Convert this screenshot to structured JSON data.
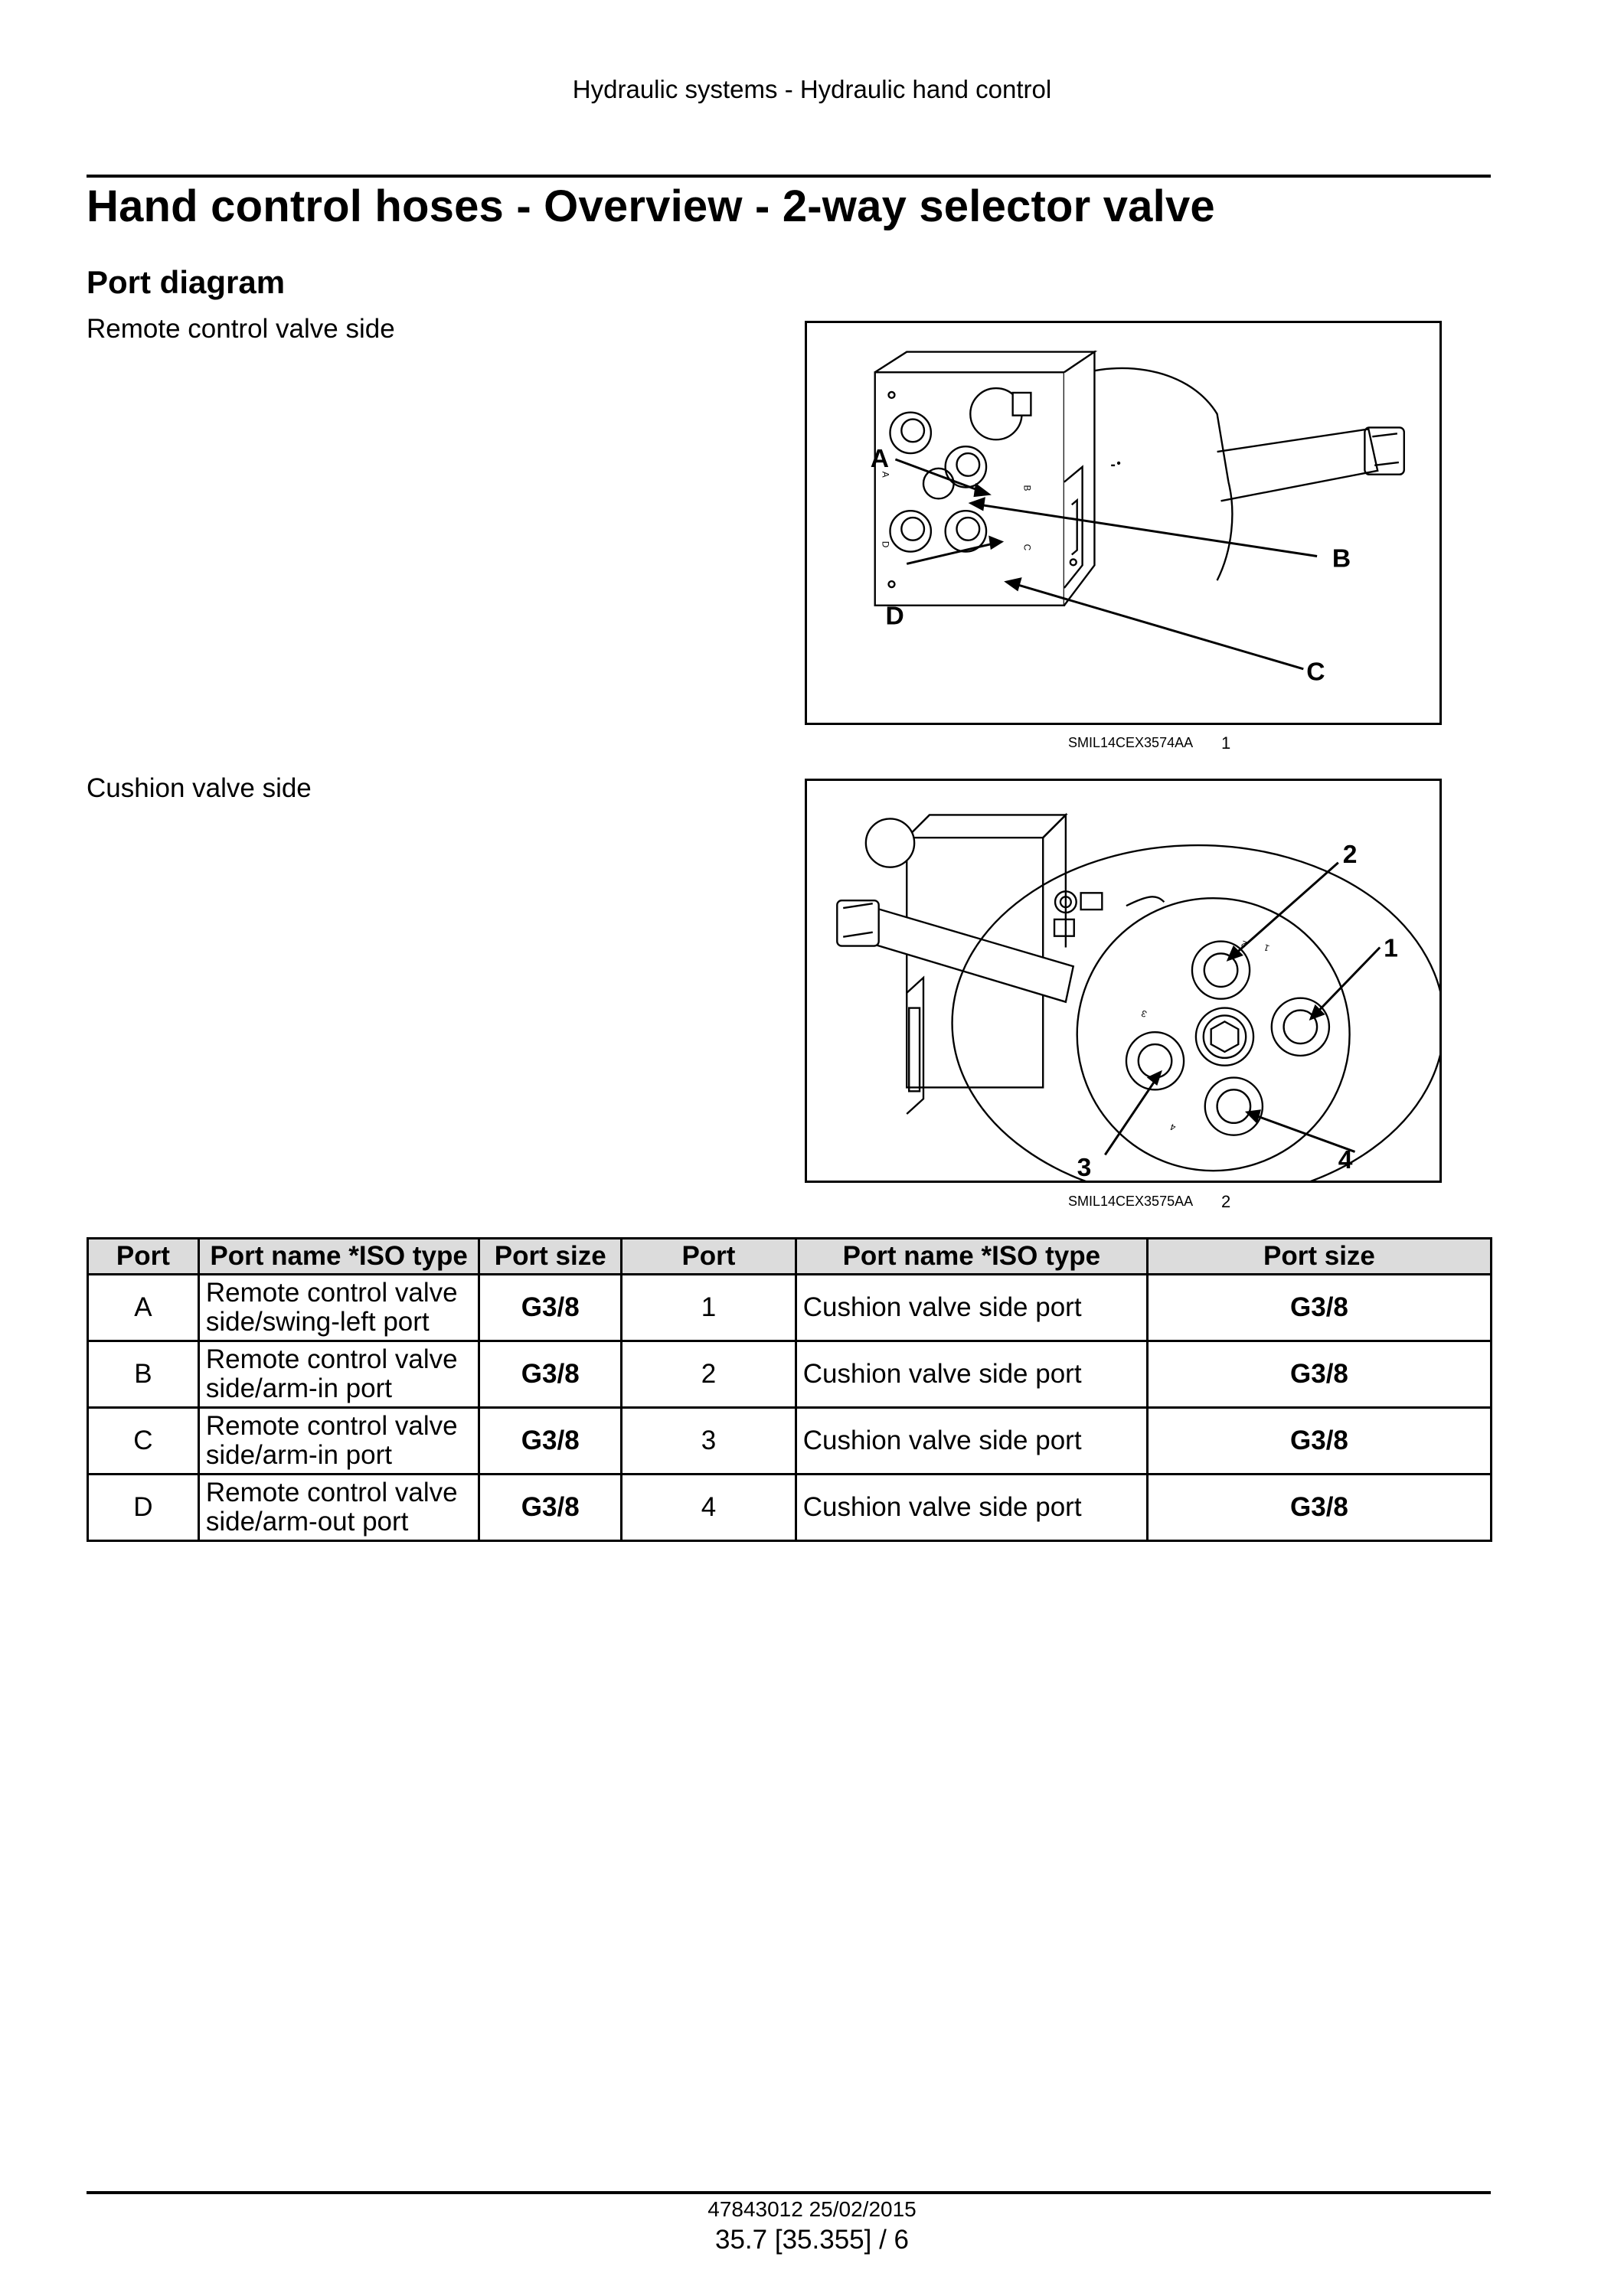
{
  "header": {
    "running_title": "Hydraulic systems - Hydraulic hand control"
  },
  "page_title": "Hand control hoses - Overview - 2-way selector valve",
  "section_title": "Port diagram",
  "figures": [
    {
      "side_label": "Remote control valve side",
      "caption_code": "SMIL14CEX3574AA",
      "caption_number": "1",
      "callouts": [
        "A",
        "B",
        "C",
        "D"
      ],
      "engraved": [
        "A",
        "B",
        "C",
        "D"
      ]
    },
    {
      "side_label": "Cushion valve side",
      "caption_code": "SMIL14CEX3575AA",
      "caption_number": "2",
      "callouts": [
        "1",
        "2",
        "3",
        "4"
      ],
      "engraved": [
        "1",
        "2",
        "3",
        "4"
      ]
    }
  ],
  "table": {
    "headers": [
      "Port",
      "Port name *ISO type",
      "Port size",
      "Port",
      "Port name *ISO type",
      "Port size"
    ],
    "rows": [
      [
        "A",
        "Remote control valve side/swing-left port",
        "G3/8",
        "1",
        "Cushion valve side port",
        "G3/8"
      ],
      [
        "B",
        "Remote control valve side/arm-in port",
        "G3/8",
        "2",
        "Cushion valve side port",
        "G3/8"
      ],
      [
        "C",
        "Remote control valve side/arm-in port",
        "G3/8",
        "3",
        "Cushion valve side port",
        "G3/8"
      ],
      [
        "D",
        "Remote control valve side/arm-out port",
        "G3/8",
        "4",
        "Cushion valve side port",
        "G3/8"
      ]
    ]
  },
  "footer": {
    "doc_ref": "47843012 25/02/2015",
    "page_ref": "35.7 [35.355] / 6"
  }
}
